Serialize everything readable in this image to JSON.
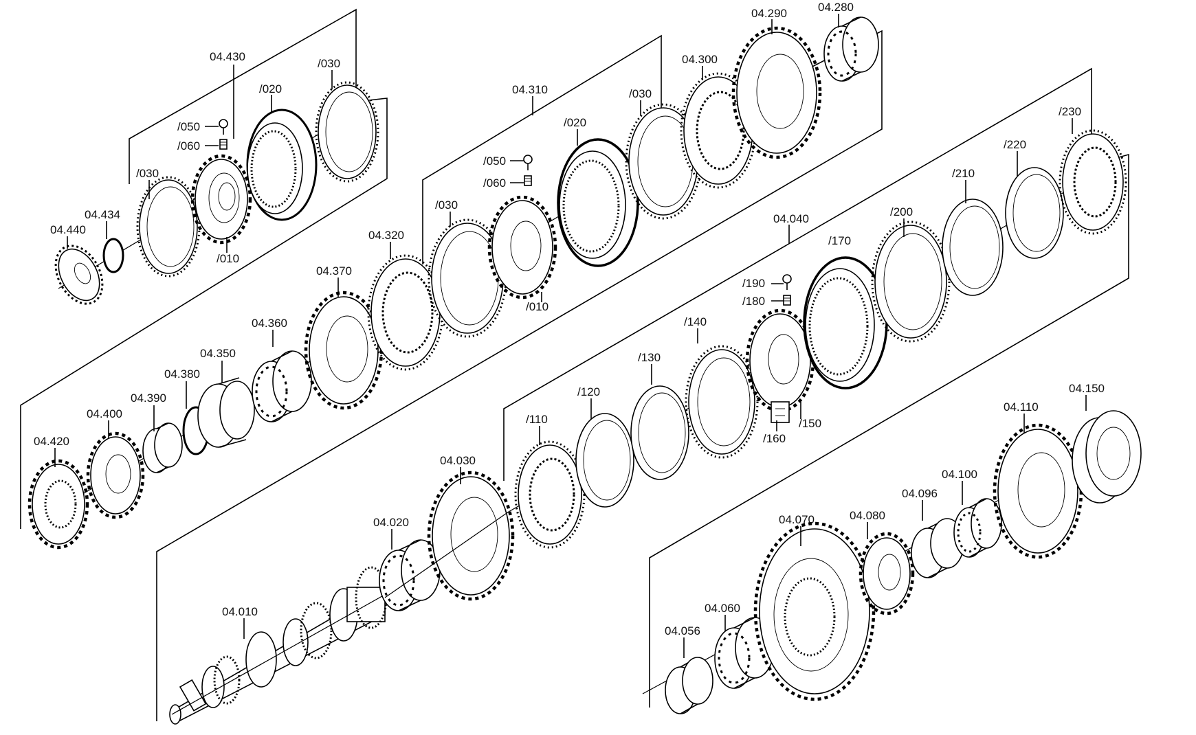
{
  "diagram": {
    "labels": {
      "l_04_430": "04.430",
      "l_030_top_right": "/030",
      "l_020_top": "/020",
      "l_050_top": "/050",
      "l_060_top": "/060",
      "l_030_top_left": "/030",
      "l_04_434": "04.434",
      "l_04_440": "04.440",
      "l_010_top": "/010",
      "l_04_310": "04.310",
      "l_04_290": "04.290",
      "l_04_280": "04.280",
      "l_04_300": "04.300",
      "l_030_mid_right": "/030",
      "l_020_mid": "/020",
      "l_050_mid": "/050",
      "l_060_mid": "/060",
      "l_030_mid_left": "/030",
      "l_010_mid": "/010",
      "l_04_320": "04.320",
      "l_04_370": "04.370",
      "l_04_360": "04.360",
      "l_04_350": "04.350",
      "l_04_380": "04.380",
      "l_04_390": "04.390",
      "l_04_400": "04.400",
      "l_04_420": "04.420",
      "l_230": "/230",
      "l_220": "/220",
      "l_210": "/210",
      "l_200": "/200",
      "l_04_040": "04.040",
      "l_170": "/170",
      "l_190": "/190",
      "l_180": "/180",
      "l_140": "/140",
      "l_130": "/130",
      "l_120": "/120",
      "l_110": "/110",
      "l_150": "/150",
      "l_160": "/160",
      "l_04_030": "04.030",
      "l_04_020": "04.020",
      "l_04_010": "04.010",
      "l_04_150": "04.150",
      "l_04_110": "04.110",
      "l_04_100": "04.100",
      "l_04_096": "04.096",
      "l_04_080": "04.080",
      "l_04_070": "04.070",
      "l_04_060": "04.060",
      "l_04_056": "04.056"
    }
  }
}
